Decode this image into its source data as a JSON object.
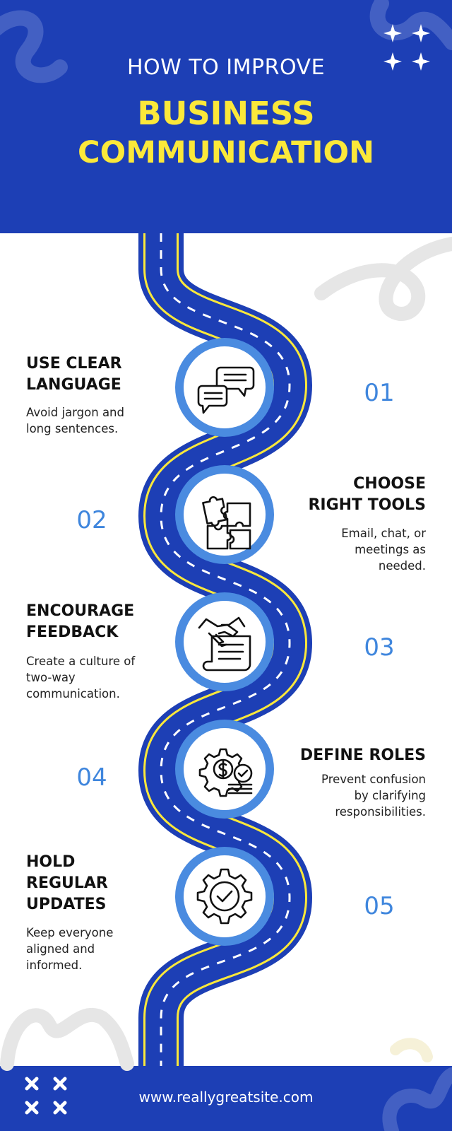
{
  "header": {
    "subtitle": "HOW TO IMPROVE",
    "title_line1": "BUSINESS",
    "title_line2": "COMMUNICATION"
  },
  "colors": {
    "brand_blue": "#1d3fb5",
    "accent_yellow": "#fbe83a",
    "number_blue": "#3f86dd",
    "ring_blue": "#4a8be0"
  },
  "steps": [
    {
      "number": "01",
      "title_lines": [
        "USE CLEAR",
        "LANGUAGE"
      ],
      "desc_lines": [
        "Avoid jargon and",
        "long sentences."
      ],
      "icon": "chat-bubbles-icon"
    },
    {
      "number": "02",
      "title_lines": [
        "CHOOSE",
        "RIGHT TOOLS"
      ],
      "desc_lines": [
        "Email, chat, or",
        "meetings as",
        "needed."
      ],
      "icon": "puzzle-pieces-icon"
    },
    {
      "number": "03",
      "title_lines": [
        "ENCOURAGE",
        "FEEDBACK"
      ],
      "desc_lines": [
        "Create a culture of",
        "two-way",
        "communication."
      ],
      "icon": "handshake-icon"
    },
    {
      "number": "04",
      "title_lines": [
        "DEFINE ROLES"
      ],
      "desc_lines": [
        "Prevent confusion",
        "by clarifying",
        "responsibilities."
      ],
      "icon": "gear-money-icon"
    },
    {
      "number": "05",
      "title_lines": [
        "HOLD",
        "REGULAR",
        "UPDATES"
      ],
      "desc_lines": [
        "Keep everyone",
        "aligned and",
        "informed."
      ],
      "icon": "gear-check-icon"
    }
  ],
  "footer": {
    "url": "www.reallygreatsite.com"
  }
}
